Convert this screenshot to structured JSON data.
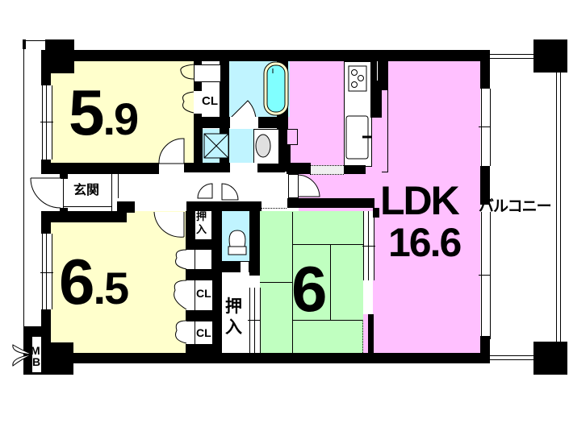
{
  "floor_plan": {
    "rooms": [
      {
        "id": "western-room-1",
        "label": "5",
        "decimal": ".9",
        "size_jo": 5.9,
        "type": "western",
        "color": "#ffffcc"
      },
      {
        "id": "western-room-2",
        "label": "6",
        "decimal": ".5",
        "size_jo": 6.5,
        "type": "western",
        "color": "#ffffcc"
      },
      {
        "id": "japanese-room",
        "label": "6",
        "size_jo": 6,
        "type": "washitsu",
        "color": "#c0ffc0"
      },
      {
        "id": "ldk",
        "label": "LDK",
        "size_label": "16.6",
        "size_jo": 16.6,
        "type": "ldk",
        "color": "#ffc0ff"
      }
    ],
    "labels": {
      "entrance": "玄関",
      "balcony": "バルコニー",
      "closet": "CL",
      "closet_2": "CL",
      "closet_3": "CL",
      "oshiire_small_1": "押",
      "oshiire_small_2": "入",
      "oshiire_large_1": "押",
      "oshiire_large_2": "入",
      "meter_box_1": "M",
      "meter_box_2": "B"
    },
    "colors": {
      "wall": "#000000",
      "western": "#ffffcc",
      "ldk": "#ffc0ff",
      "washitsu": "#c0ffc0",
      "wet_area": "#c0f4ff",
      "bathtub": "#80ffff"
    }
  }
}
